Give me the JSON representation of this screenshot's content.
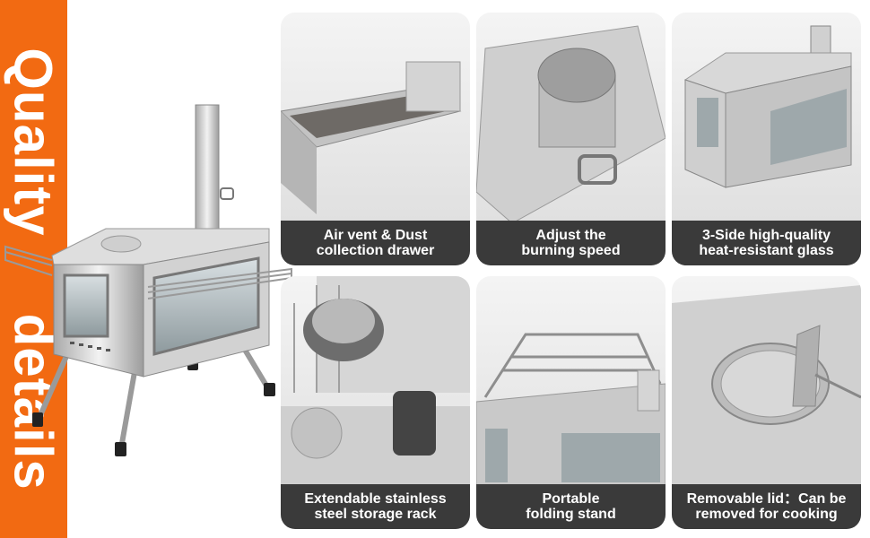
{
  "banner": {
    "word1": "Quality",
    "word2": "details",
    "color": "#f26a12"
  },
  "tiles": [
    {
      "line1": "Air vent & Dust",
      "line2": "collection drawer"
    },
    {
      "line1": "Adjust the",
      "line2": "burning speed"
    },
    {
      "line1": "3-Side high-quality",
      "line2": "heat-resistant glass"
    },
    {
      "line1": "Extendable stainless",
      "line2": "steel storage rack"
    },
    {
      "line1": "Portable",
      "line2": "folding stand"
    },
    {
      "line1": "Removable lid：Can be",
      "line2": "removed for cooking"
    }
  ],
  "colors": {
    "caption_bg": "#3a3a3a",
    "steel": "#c9c9c9"
  }
}
